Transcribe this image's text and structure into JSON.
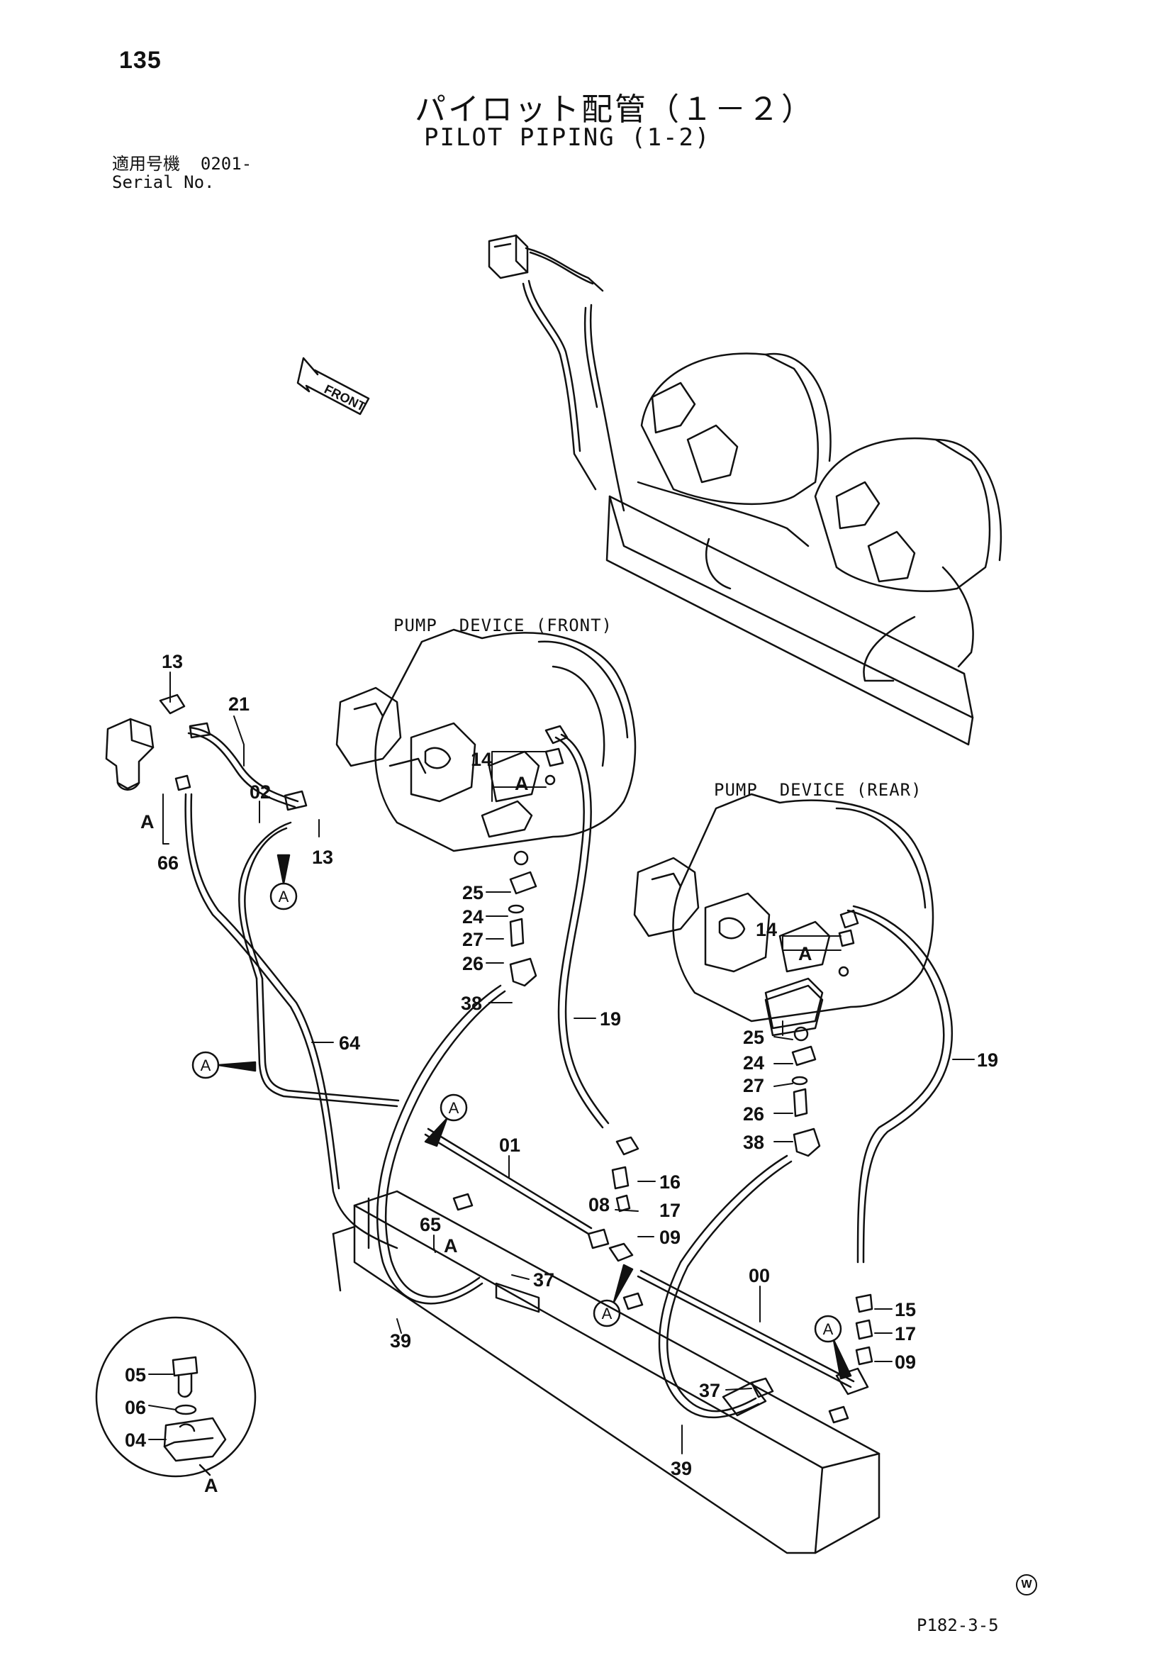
{
  "header": {
    "page_number": "135",
    "title_jp": "パイロット配管（１－２）",
    "title_en": "PILOT PIPING (1-2)",
    "serial_label_jp": "適用号機",
    "serial_value": "0201-",
    "serial_label_en": "Serial No."
  },
  "labels": {
    "front_arrow": "FRONT",
    "pump_front": "PUMP  DEVICE (FRONT)",
    "pump_rear": "PUMP  DEVICE (REAR)"
  },
  "callouts": [
    {
      "id": "c13a",
      "text": "13"
    },
    {
      "id": "c21",
      "text": "21"
    },
    {
      "id": "c02",
      "text": "02"
    },
    {
      "id": "c13b",
      "text": "13"
    },
    {
      "id": "c66",
      "text": "66"
    },
    {
      "id": "cA1",
      "text": "A"
    },
    {
      "id": "c14a",
      "text": "14"
    },
    {
      "id": "c25a",
      "text": "25"
    },
    {
      "id": "c24a",
      "text": "24"
    },
    {
      "id": "c27a",
      "text": "27"
    },
    {
      "id": "c26a",
      "text": "26"
    },
    {
      "id": "c38a",
      "text": "38"
    },
    {
      "id": "c19a",
      "text": "19"
    },
    {
      "id": "c64",
      "text": "64"
    },
    {
      "id": "c01",
      "text": "01"
    },
    {
      "id": "c16",
      "text": "16"
    },
    {
      "id": "c08",
      "text": "08"
    },
    {
      "id": "c17a",
      "text": "17"
    },
    {
      "id": "c09a",
      "text": "09"
    },
    {
      "id": "c65",
      "text": "65"
    },
    {
      "id": "c37a",
      "text": "37"
    },
    {
      "id": "c39a",
      "text": "39"
    },
    {
      "id": "c00",
      "text": "00"
    },
    {
      "id": "c14b",
      "text": "14"
    },
    {
      "id": "c25b",
      "text": "25"
    },
    {
      "id": "c24b",
      "text": "24"
    },
    {
      "id": "c27b",
      "text": "27"
    },
    {
      "id": "c26b",
      "text": "26"
    },
    {
      "id": "c38b",
      "text": "38"
    },
    {
      "id": "c19b",
      "text": "19"
    },
    {
      "id": "c15",
      "text": "15"
    },
    {
      "id": "c17b",
      "text": "17"
    },
    {
      "id": "c09b",
      "text": "09"
    },
    {
      "id": "c37b",
      "text": "37"
    },
    {
      "id": "c39b",
      "text": "39"
    },
    {
      "id": "c05",
      "text": "05"
    },
    {
      "id": "c06",
      "text": "06"
    },
    {
      "id": "c04",
      "text": "04"
    },
    {
      "id": "cA2",
      "text": "A"
    },
    {
      "id": "cA3",
      "text": "A"
    },
    {
      "id": "cA4",
      "text": "A"
    },
    {
      "id": "cA5",
      "text": "A"
    }
  ],
  "circled_refs": [
    {
      "id": "r1",
      "text": "A"
    },
    {
      "id": "r2",
      "text": "A"
    },
    {
      "id": "r3",
      "text": "A"
    },
    {
      "id": "r4",
      "text": "A"
    },
    {
      "id": "r5",
      "text": "A"
    }
  ],
  "footer": {
    "diagram_code": "P182-3-5",
    "mark": "W"
  }
}
